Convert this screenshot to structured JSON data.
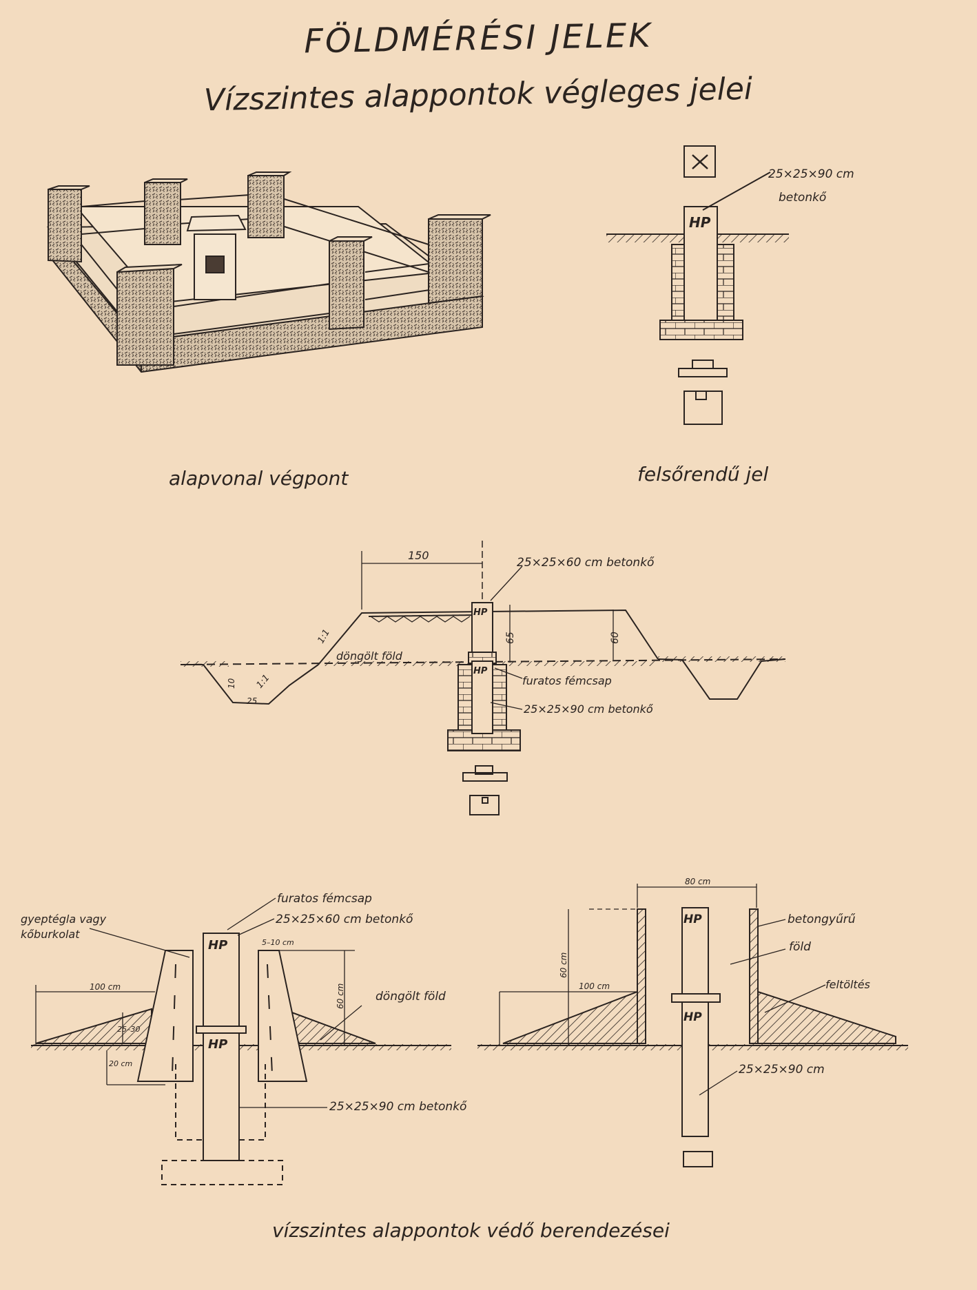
{
  "page": {
    "title": "FÖLDMÉRÉSI JELEK",
    "subtitle": "Vízszintes alappontok végleges jelei"
  },
  "captions": {
    "top_left": "alapvonal végpont",
    "top_right": "felsőrendű jel",
    "bottom": "vízszintes alappontok védő berendezései"
  },
  "labels": {
    "hp": "HP",
    "topright_stone": "25×25×90 cm",
    "topright_stone_material": "betonkő",
    "middle_width": "150",
    "middle_stone_top": "25×25×60 cm betonkő",
    "middle_h65": "65",
    "middle_h60": "60",
    "middle_ratio1": "1:1",
    "middle_ratio2": "1:1",
    "middle_depth": "25",
    "middle_depth2": "10",
    "middle_rammed": "döngölt föld",
    "middle_pin": "furatos fémcsap",
    "middle_stone_bottom": "25×25×90 cm betonkő",
    "bl_pin": "furatos fémcsap",
    "bl_stone_top": "25×25×60 cm betonkő",
    "bl_cover1": "gyeptégla vagy",
    "bl_cover2": "kőburkolat",
    "bl_gap": "5–10 cm",
    "bl_width": "100 cm",
    "bl_height": "60 cm",
    "bl_rammed": "döngölt föld",
    "bl_2530": "25–30",
    "bl_20": "20 cm",
    "bl_stone_bottom": "25×25×90 cm betonkő",
    "br_top": "80 cm",
    "br_ring": "betongyűrű",
    "br_soil": "föld",
    "br_fill": "feltöltés",
    "br_width": "100 cm",
    "br_height": "60 cm",
    "br_stone": "25×25×90 cm"
  },
  "colors": {
    "paper": "#f3dcc0",
    "ink": "#2a2320"
  }
}
